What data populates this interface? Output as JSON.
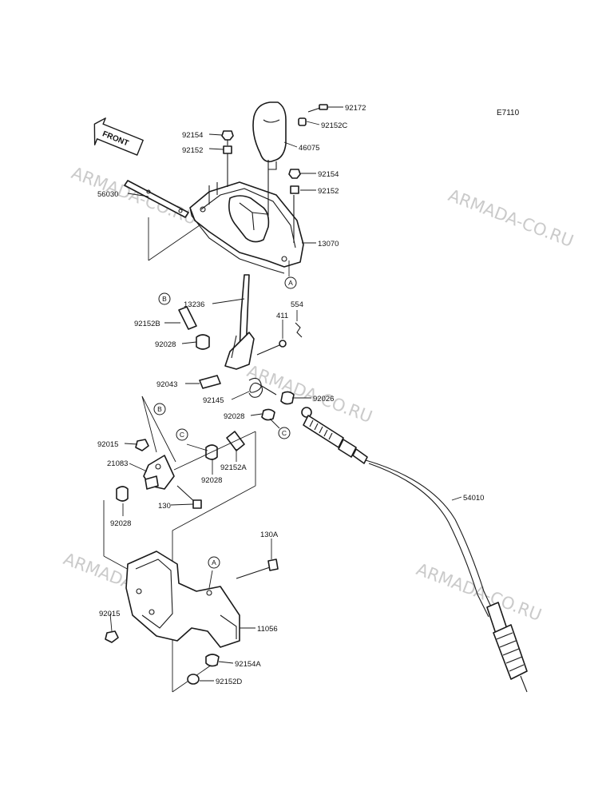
{
  "diagram_code": "E7110",
  "front_label": "FRONT",
  "watermark": "ARMADA-CO.RU",
  "callouts": {
    "A": "A",
    "B": "B",
    "C": "C"
  },
  "parts": {
    "p92172": "92172",
    "p92152C": "92152C",
    "p46075": "46075",
    "p92154_top": "92154",
    "p92152_top": "92152",
    "p92154_mid": "92154",
    "p92152_mid": "92152",
    "p56030": "56030",
    "p13070": "13070",
    "p13236": "13236",
    "p554": "554",
    "p411": "411",
    "p92152B": "92152B",
    "p92028_a": "92028",
    "p92043": "92043",
    "p92026": "92026",
    "p92145": "92145",
    "p92028_b": "92028",
    "p92015_a": "92015",
    "p21083": "21083",
    "p92152A": "92152A",
    "p92028_c": "92028",
    "p130": "130",
    "p92028_d": "92028",
    "p54010": "54010",
    "p130A": "130A",
    "p92015_b": "92015",
    "p11056": "11056",
    "p92154A": "92154A",
    "p92152D": "92152D"
  }
}
